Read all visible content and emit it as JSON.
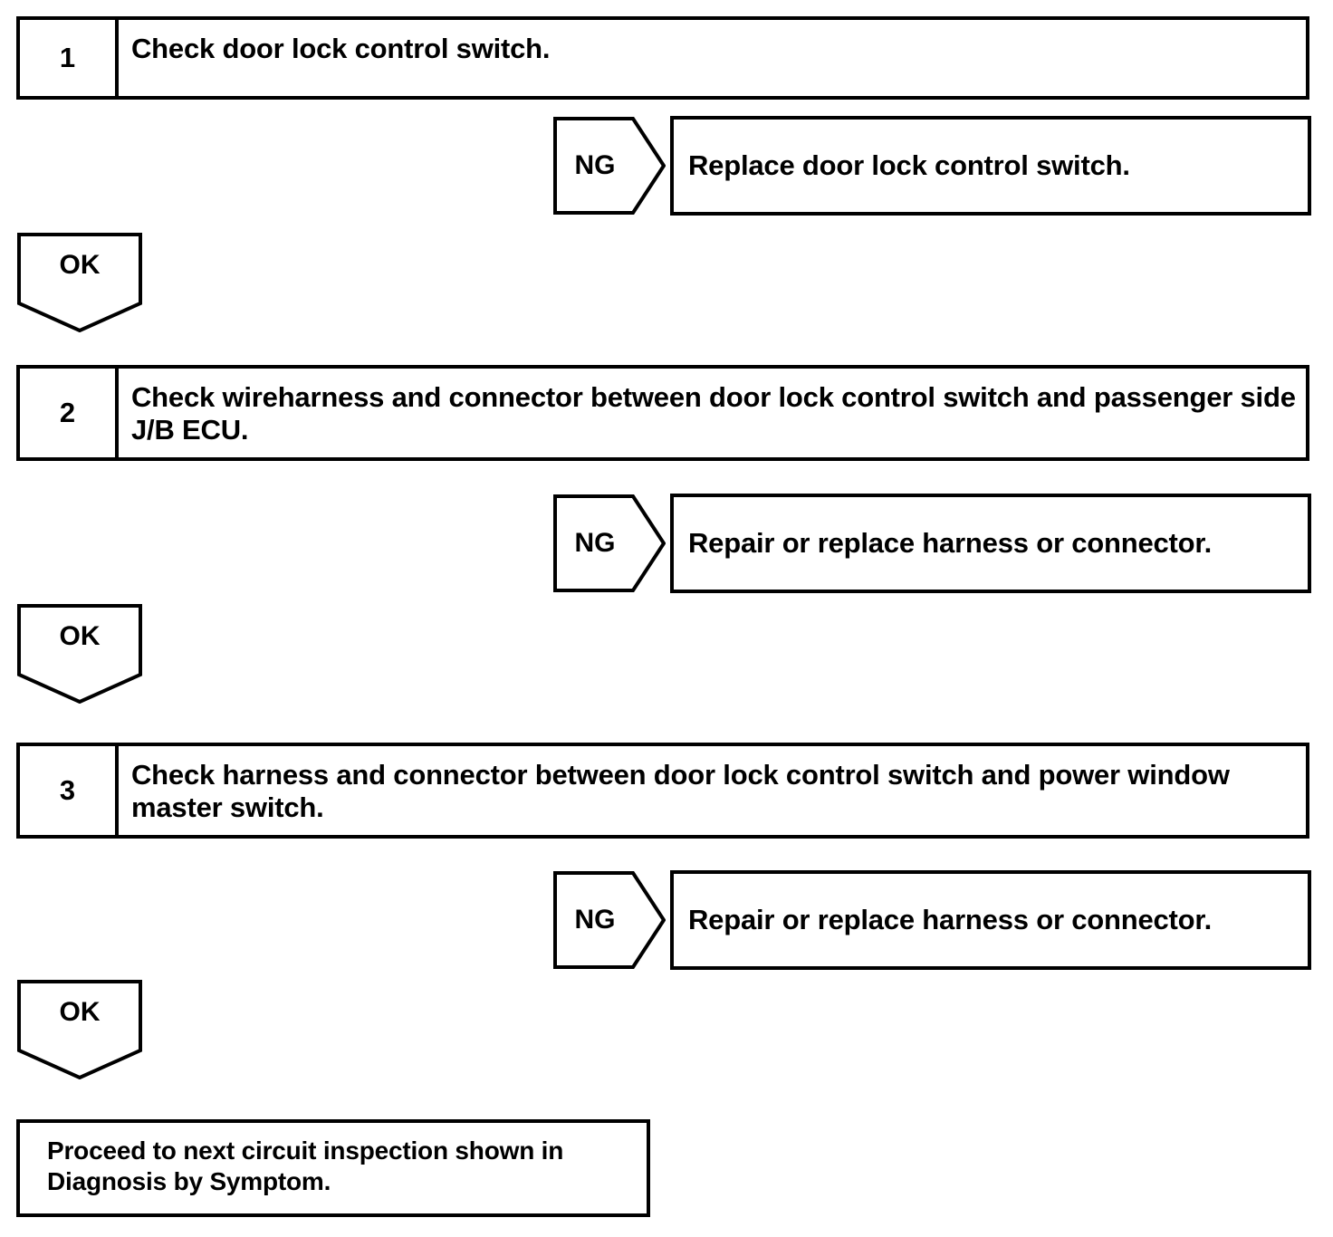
{
  "document": {
    "type": "troubleshooting-flowchart",
    "title": "Door lock control switch circuit inspection"
  },
  "steps": [
    {
      "number": "1",
      "text": "Check door lock control switch.",
      "ng_label": "NG",
      "ng_result": "Replace door lock control switch.",
      "ok_label": "OK"
    },
    {
      "number": "2",
      "text": "Check wireharness and connector between door lock control switch and pas­senger side J/B ECU.",
      "ng_label": "NG",
      "ng_result": "Repair or replace harness or connector.",
      "ok_label": "OK"
    },
    {
      "number": "3",
      "text": "Check harness and connector between door lock control switch and power win­dow master switch.",
      "ng_label": "NG",
      "ng_result": "Repair or replace harness or connector.",
      "ok_label": "OK"
    }
  ],
  "terminal": {
    "text": "Proceed to next circuit inspection shown in Diagnosis by Symptom."
  },
  "colors": {
    "stroke": "#000000",
    "fill": "#ffffff",
    "text": "#000000"
  }
}
